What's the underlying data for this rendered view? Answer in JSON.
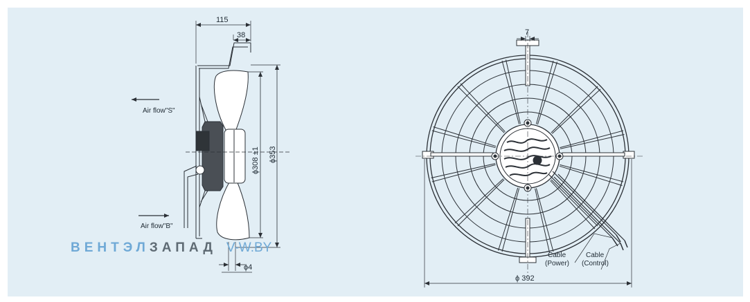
{
  "side_view": {
    "dim_width_total": "115",
    "dim_width_partial": "38",
    "dim_diameter_blade": "ϕ308 ±1",
    "dim_height": "ϕ353",
    "dim_hole": "ϕ4",
    "airflow_s": "Air flow\"S\"",
    "airflow_b": "Air flow\"B\""
  },
  "front_view": {
    "dim_slot": "7",
    "dim_diameter": "ϕ 392",
    "cable_power_title": "Cable",
    "cable_power_sub": "(Power)",
    "cable_control_title": "Cable",
    "cable_control_sub": "(Control)"
  },
  "watermark": {
    "part1": "ВЕНТЭЛ",
    "part2": "ЗАПАД",
    "part3": "V-W.BY"
  },
  "colors": {
    "background": "#e2eef5",
    "line": "#2b3036",
    "watermark_blue": "#6fa9d6",
    "watermark_gray": "#5f6b74"
  }
}
